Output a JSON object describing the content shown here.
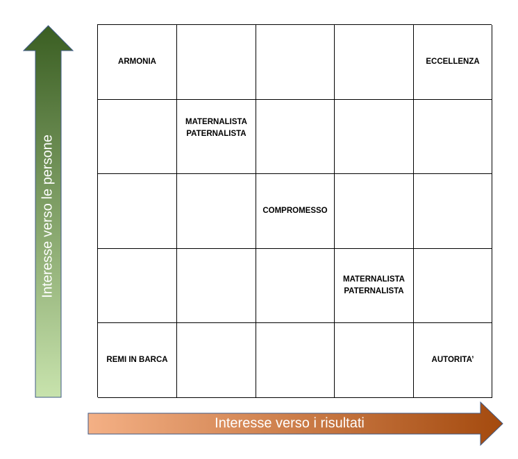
{
  "axes": {
    "y_label": "Interesse verso le persone",
    "x_label": "Interesse verso i risultati"
  },
  "colors": {
    "y_arrow_top": "#3a5e22",
    "y_arrow_bottom": "#c8e3ad",
    "x_arrow_left": "#f4b085",
    "x_arrow_right": "#a44a0e",
    "grid_line": "#000000"
  },
  "grid": {
    "rows": [
      [
        "ARMONIA",
        "",
        "",
        "",
        "ECCELLENZA"
      ],
      [
        "",
        "MATERNALISTA\nPATERNALISTA",
        "",
        "",
        ""
      ],
      [
        "",
        "",
        "COMPROMESSO",
        "",
        ""
      ],
      [
        "",
        "",
        "",
        "MATERNALISTA\nPATERNALISTA",
        ""
      ],
      [
        "REMI IN BARCA",
        "",
        "",
        "",
        "AUTORITA’"
      ]
    ]
  }
}
